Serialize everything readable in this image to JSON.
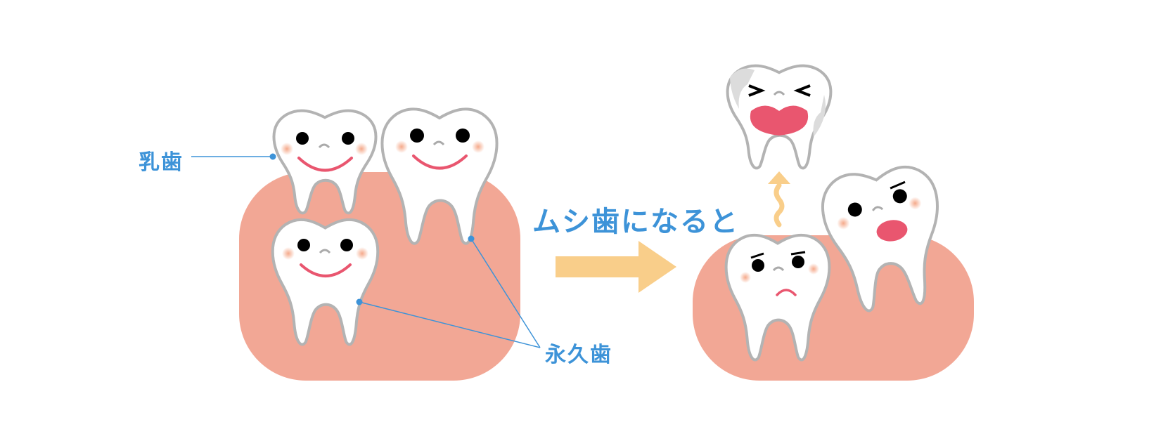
{
  "labels": {
    "baby_tooth": "乳歯",
    "permanent_tooth": "永久歯",
    "caption": "ムシ歯になると"
  },
  "colors": {
    "text": "#3d93d8",
    "gum": "#f2a795",
    "arrow": "#f9ce8a",
    "tooth_outline": "#b3b3b3",
    "mouth": "#e9566f"
  }
}
